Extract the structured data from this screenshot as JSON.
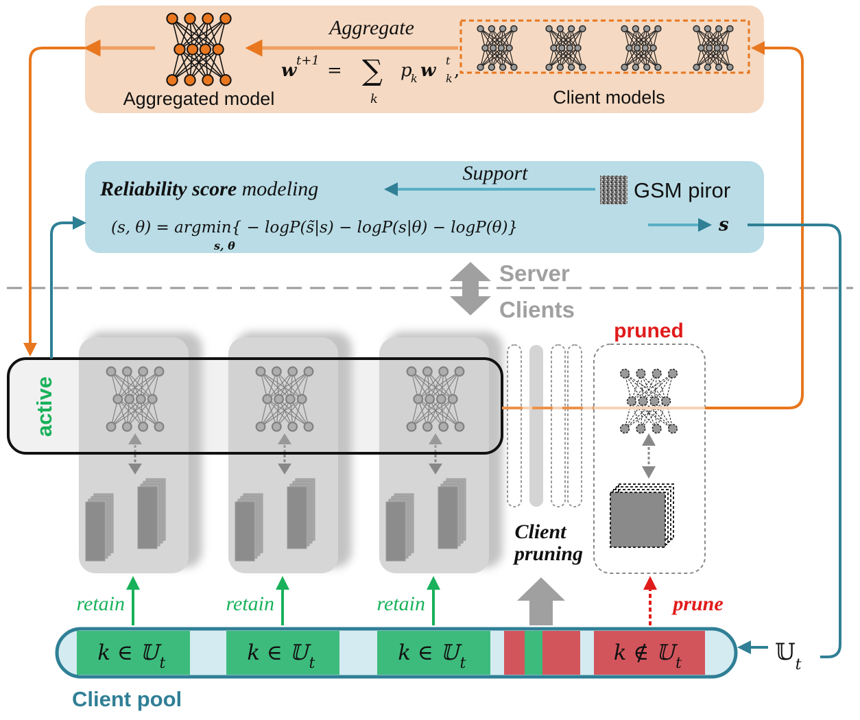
{
  "server_top": {
    "aggregate_label": "Aggregate",
    "aggregated_model_label": "Aggregated model",
    "client_models_label": "Client models",
    "formula_lhs": "w",
    "formula_sup": "t+1",
    "formula_eq": " = ",
    "formula_sum": "∑",
    "formula_sum_sub": "k",
    "formula_p": "p",
    "formula_p_sub": "k",
    "formula_w": "w",
    "formula_w_sub": "k",
    "formula_w_sup": "t",
    "formula_tail": ","
  },
  "reliability": {
    "title_bold": "Reliability score",
    "title_rest": " modeling",
    "support_label": "Support",
    "gsm_label": "GSM piror",
    "formula": "(s, θ) = argmin{ − logP(s̃|s) − logP(s|θ) − logP(θ)}",
    "formula_sub": "s, θ",
    "output_symbol": "s"
  },
  "divider": {
    "server_label": "Server",
    "clients_label": "Clients"
  },
  "clients": {
    "active_label": "active",
    "pruned_label": "pruned",
    "client_pruning_line1": "Client",
    "client_pruning_line2": "pruning",
    "retain_labels": [
      "retain",
      "retain",
      "retain"
    ],
    "prune_label": "prune"
  },
  "pool": {
    "title": "Client pool",
    "segments": [
      {
        "label": "k ∈ 𝕌",
        "sub": "t",
        "state": "retain"
      },
      {
        "label": "k ∈ 𝕌",
        "sub": "t",
        "state": "retain"
      },
      {
        "label": "k ∈ 𝕌",
        "sub": "t",
        "state": "retain"
      },
      {
        "label": "k ∉ 𝕌",
        "sub": "t",
        "state": "pruned"
      }
    ],
    "ut_symbol": "𝕌",
    "ut_sub": "t"
  },
  "colors": {
    "orange": "#e8771f",
    "orange_light": "#f5d9c2",
    "blue_light": "#b9dce6",
    "teal": "#2f7f95",
    "green": "#18b15a",
    "green_fill": "#3dbb7c",
    "red": "#e01b1b",
    "red_fill": "#d3555c",
    "gray": "#9a9a9a"
  }
}
